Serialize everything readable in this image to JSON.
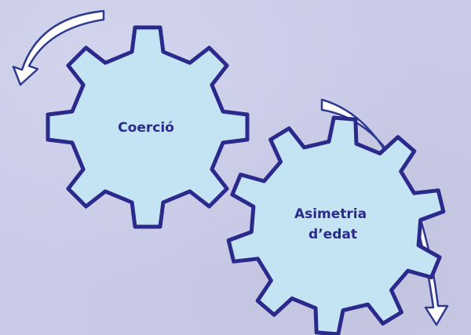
{
  "colors": {
    "background": "#c8cae6",
    "gear_fill": "#c5e4f3",
    "gear_stroke": "#2b2a8c",
    "arrow_fill": "#ffffff",
    "arrow_stroke": "#2e3a8f",
    "label_color": "#2b2a8c"
  },
  "gears": [
    {
      "label_lines": [
        "Coerció"
      ]
    },
    {
      "label_lines": [
        "Asimetria",
        "d’edat"
      ]
    }
  ],
  "arrows": [
    {
      "icon": "curved-arrow-icon",
      "direction": "counter-clockwise"
    },
    {
      "icon": "curved-arrow-icon",
      "direction": "clockwise"
    }
  ]
}
